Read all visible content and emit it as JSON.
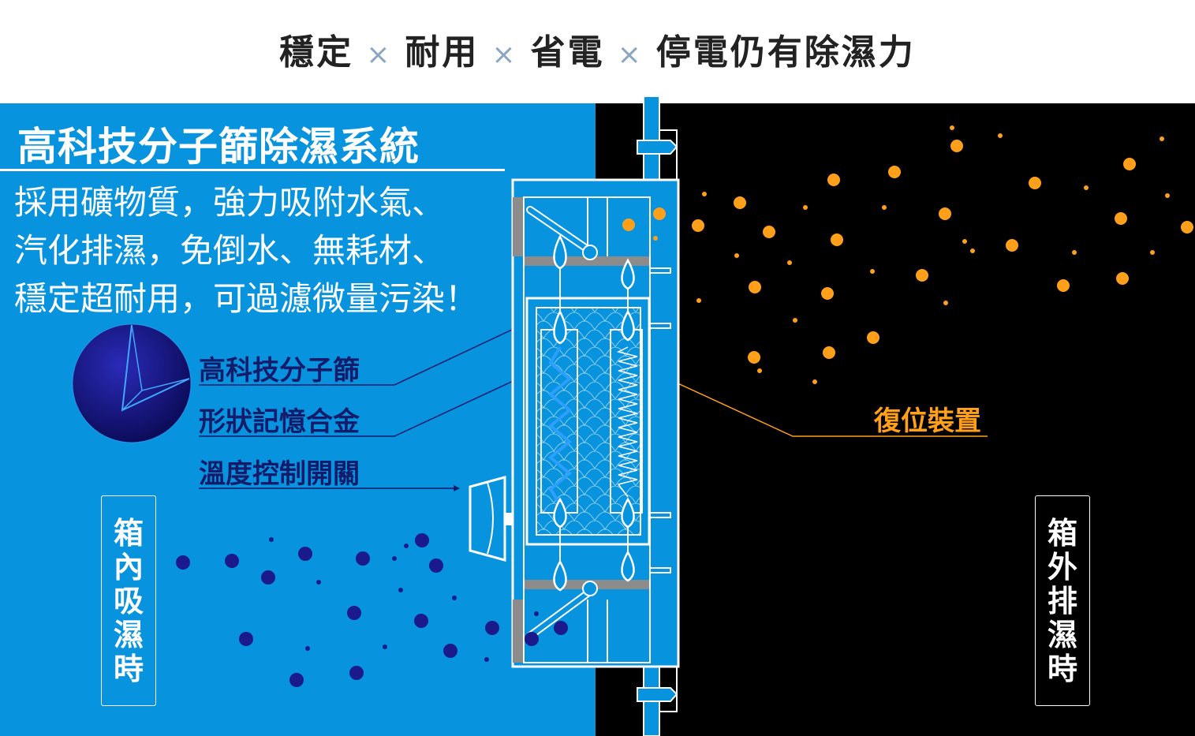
{
  "headline": {
    "items": [
      "穩定",
      "耐用",
      "省電",
      "停電仍有除濕力"
    ],
    "separator": "×"
  },
  "title": "高科技分子篩除濕系統",
  "description": [
    "採用礦物質，強力吸附水氣、",
    "汽化排濕，免倒水、無耗材、",
    "穩定超耐用，可過濾微量污染！"
  ],
  "component_labels": {
    "molecular_sieve": "高科技分子篩",
    "shape_memory_alloy": "形狀記憶合金",
    "temperature_switch": "溫度控制開關",
    "reset_device": "復位裝置"
  },
  "side_labels": {
    "inside_absorb": "箱內吸濕時",
    "outside_exhaust": "箱外排濕時"
  },
  "colors": {
    "left_bg": "#0793dd",
    "right_bg": "#000000",
    "moisture_dot": "#1a1a8c",
    "vapor_dot": "#ff9f1a",
    "callout_blue": "#141b6b",
    "callout_orange": "#ff9f1a"
  }
}
